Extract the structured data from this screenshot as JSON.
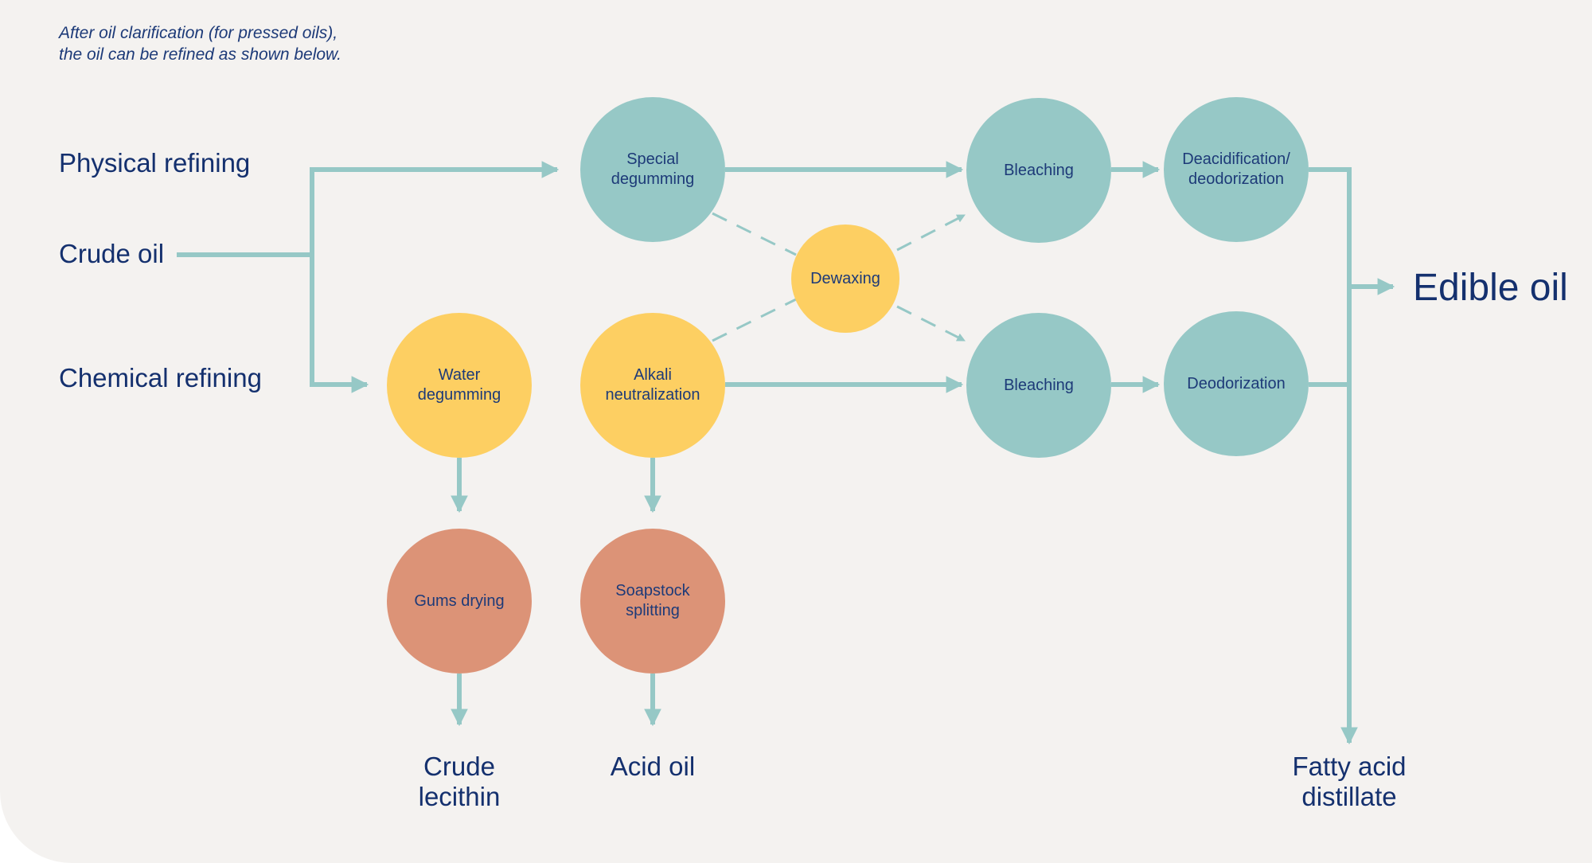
{
  "intro": {
    "line1": "After oil clarification (for pressed oils),",
    "line2": "the oil can be refined as shown below."
  },
  "labels": {
    "physical": "Physical refining",
    "crude_oil": "Crude oil",
    "chemical": "Chemical refining"
  },
  "nodes": {
    "special_degumming": [
      "Special",
      "degumming"
    ],
    "bleaching_top": [
      "Bleaching"
    ],
    "deacidification": [
      "Deacidification/",
      "deodorization"
    ],
    "dewaxing": [
      "Dewaxing"
    ],
    "water_degumming": [
      "Water",
      "degumming"
    ],
    "alkali_neutralization": [
      "Alkali",
      "neutralization"
    ],
    "bleaching_bottom": [
      "Bleaching"
    ],
    "deodorization": [
      "Deodorization"
    ],
    "gums_drying": [
      "Gums drying"
    ],
    "soapstock_splitting": [
      "Soapstock",
      "splitting"
    ]
  },
  "outputs": {
    "crude_lecithin": [
      "Crude",
      "lecithin"
    ],
    "acid_oil": [
      "Acid oil"
    ],
    "fatty_acid": [
      "Fatty acid",
      "distillate"
    ],
    "edible_oil": "Edible oil"
  },
  "colors": {
    "background": "#f4f2f0",
    "teal": "#96c8c6",
    "yellow": "#fdcf62",
    "salmon": "#dc9377",
    "line": "#96c8c6",
    "text": "#14306e"
  }
}
